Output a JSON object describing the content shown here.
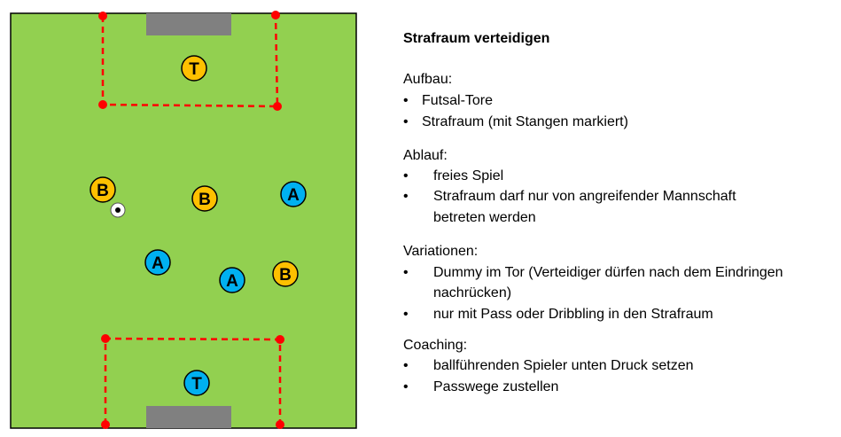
{
  "title": "Strafraum verteidigen",
  "sections": [
    {
      "heading": "Aufbau:",
      "items": [
        "Futsal-Tore",
        "Strafraum (mit Stangen markiert)"
      ]
    },
    {
      "heading": "Ablauf:",
      "items": [
        "freies Spiel",
        "Strafraum darf nur von angreifender Mannschaft",
        "betreten werden"
      ]
    },
    {
      "heading": "Variationen:",
      "items": [
        "Dummy im Tor (Verteidiger dürfen nach dem Eindringen",
        "nachrücken)",
        "nur mit Pass oder Dribbling in den Strafraum"
      ]
    },
    {
      "heading": "Coaching:",
      "items": [
        "ballführenden Spieler unten Druck setzen",
        "Passwege zustellen"
      ]
    }
  ],
  "bullet": "•",
  "players": {
    "T": "T",
    "A": "A",
    "B": "B"
  },
  "colors": {
    "field": "#92d050",
    "yellow": "#ffc000",
    "blue": "#00b0f0",
    "goal": "#808080",
    "marker": "#ff0000"
  }
}
